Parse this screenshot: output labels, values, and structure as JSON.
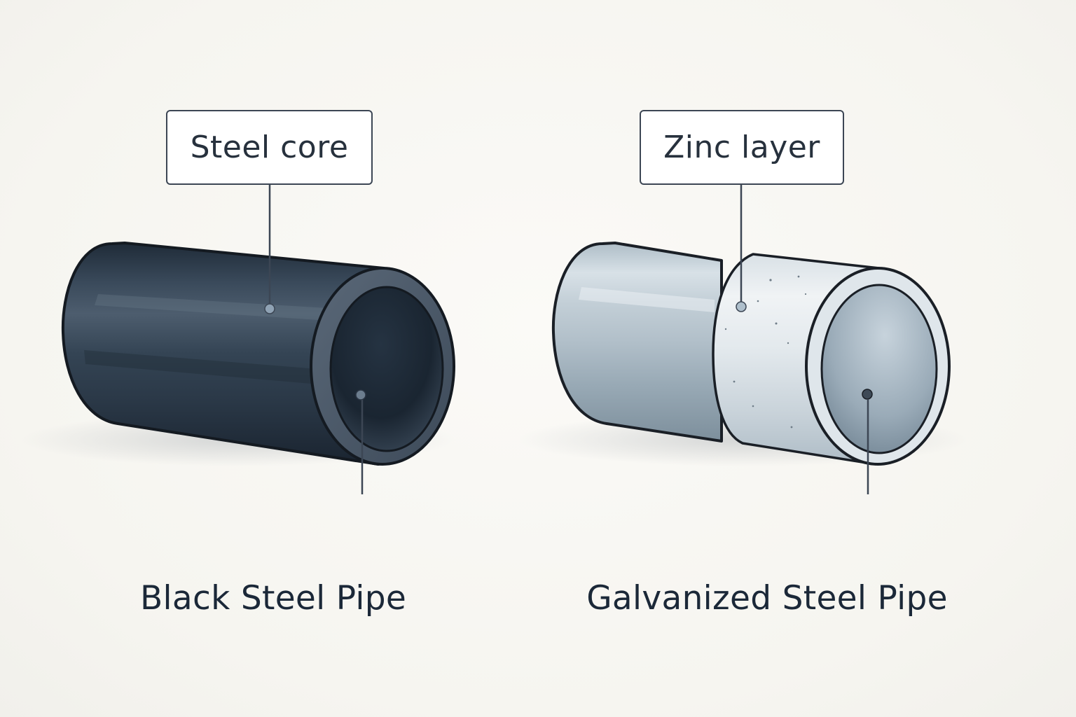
{
  "callouts": {
    "steel_core": "Steel core",
    "zinc_layer": "Zinc layer"
  },
  "labels": {
    "black_pipe": "Black Steel Pipe",
    "galvanized_pipe": "Galvanized Steel Pipe"
  },
  "colors": {
    "background": "#f7f6f2",
    "black_pipe_body": "#2f3d4d",
    "galvanized_pipe_body": "#b9c6cf",
    "outline": "#1a1f26",
    "leader_line": "#3c4654",
    "text": "#1b2838"
  }
}
